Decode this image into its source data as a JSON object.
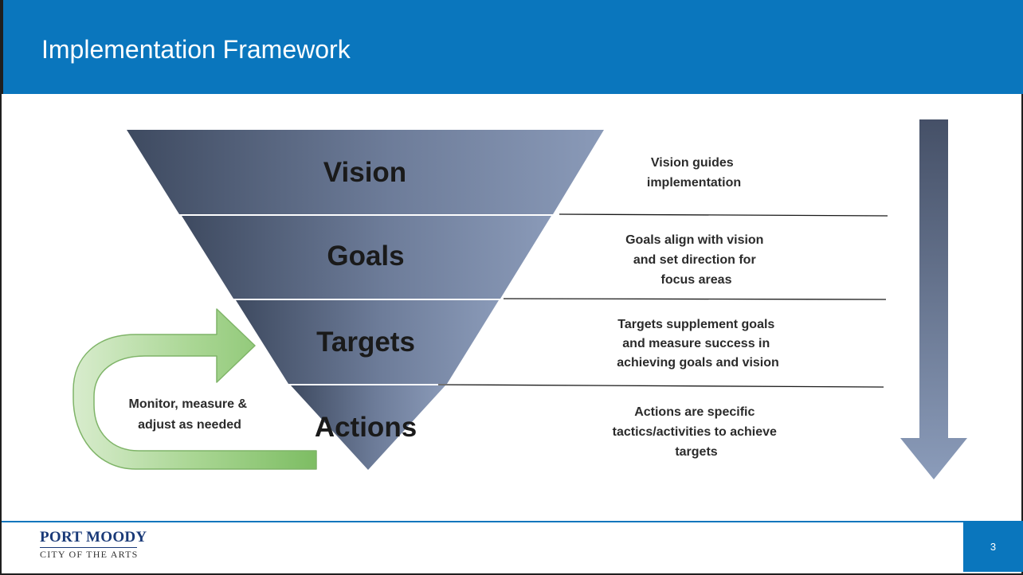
{
  "header": {
    "title": "Implementation Framework"
  },
  "funnel": {
    "levels": [
      {
        "label": "Vision",
        "description": [
          "Vision guides",
          "implementation"
        ]
      },
      {
        "label": "Goals",
        "description": [
          "Goals align with vision",
          "and set direction for",
          "focus areas"
        ]
      },
      {
        "label": "Targets",
        "description": [
          "Targets supplement goals",
          "and measure success in",
          "achieving goals and vision"
        ]
      },
      {
        "label": "Actions",
        "description": [
          "Actions are specific",
          "tactics/activities to achieve",
          "targets"
        ]
      }
    ]
  },
  "feedback_loop": {
    "lines": [
      "Monitor, measure &",
      "adjust as needed"
    ]
  },
  "footer": {
    "logo_name": "PORT MOODY",
    "logo_tagline": "CITY OF THE ARTS",
    "page_number": "3"
  },
  "colors": {
    "header": "#0a76bd",
    "funnel_dark": "#3e4a60",
    "funnel_light": "#8a9ab8",
    "loop_arrow": "#8fc97a",
    "down_arrow_top": "#455067",
    "down_arrow_bottom": "#8b9cba"
  }
}
